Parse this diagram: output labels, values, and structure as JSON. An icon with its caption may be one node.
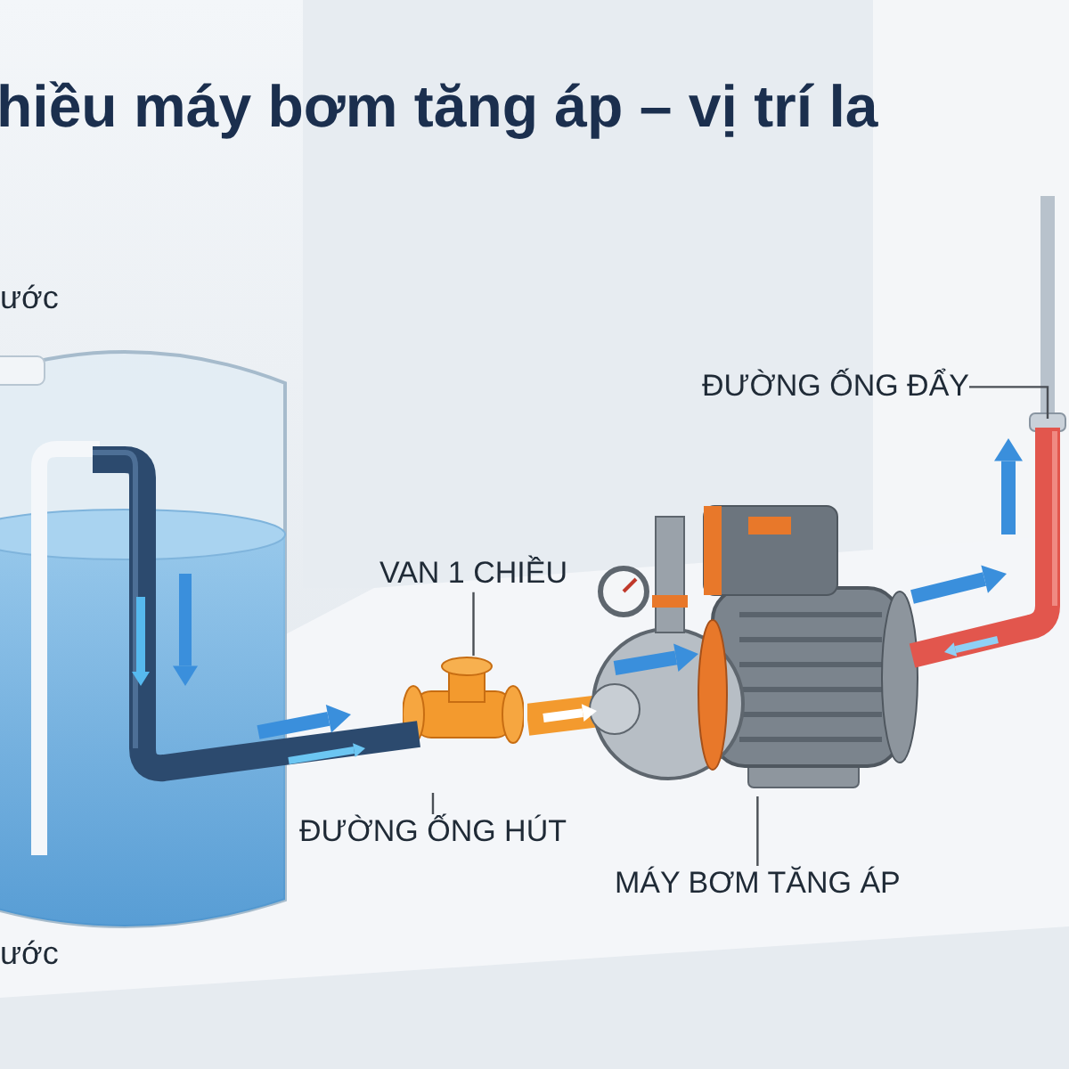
{
  "diagram": {
    "title": "hiều máy bơm tăng áp – vị trí la",
    "nodes": [
      {
        "text": [
          "VAN 1 CHIỀU"
        ]
      },
      {
        "text": [],
        "shape": "picture"
      },
      {
        "text": [
          "ĐƯỜNG ỐNG HÚT"
        ]
      },
      {
        "text": [],
        "shape": "picture"
      },
      {
        "text": [
          "MÁY BƠM TĂNG ÁP"
        ]
      },
      {
        "text": [],
        "shape": "picture"
      },
      {
        "text": [
          "ĐƯỜNG ỐNG ĐẨY"
        ]
      },
      {
        "text": [],
        "shape": "picture"
      }
    ],
    "edges": [
      {
        "from": 0,
        "to": 1,
        "arrow": "none"
      },
      {
        "from": 2,
        "to": 3,
        "arrow": "none"
      },
      {
        "from": 4,
        "to": 5,
        "arrow": "none"
      },
      {
        "from": 6,
        "to": 7,
        "arrow": "none"
      }
    ],
    "labels": [
      "ước",
      "ước"
    ]
  }
}
